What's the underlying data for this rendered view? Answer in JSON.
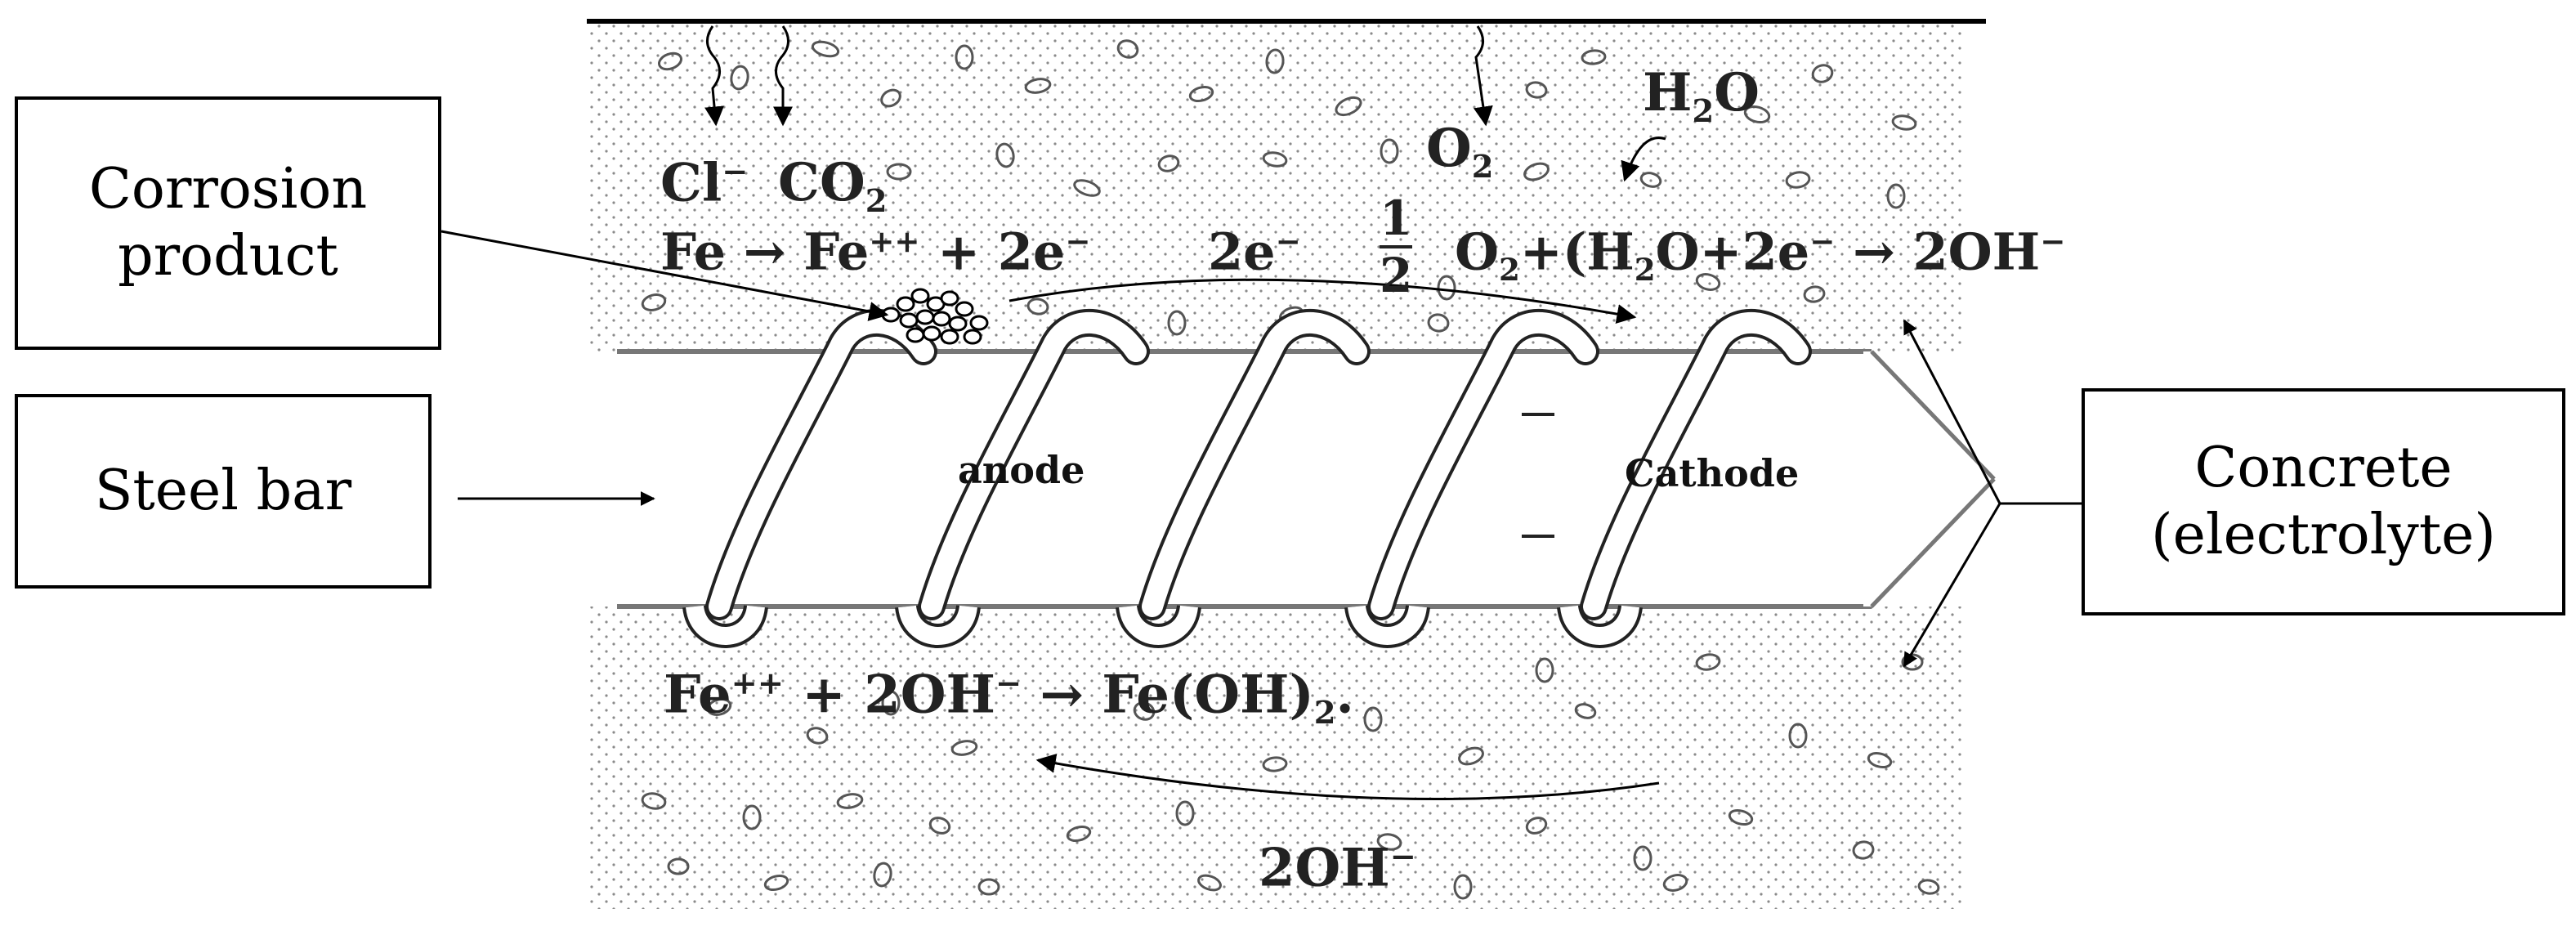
{
  "labels": {
    "corrosion_product_line1": "Corrosion",
    "corrosion_product_line2": "product",
    "steel_bar": "Steel bar",
    "concrete_line1": "Concrete",
    "concrete_line2": "(electrolyte)",
    "anode": "anode",
    "cathode": "Cathode"
  },
  "species": {
    "cl": "Cl",
    "cl_charge": "−",
    "co": "CO",
    "co_sub": "2",
    "o2": "O",
    "o2_sub": "2",
    "h2o_pre": "H",
    "h2o_sub": "2",
    "h2o_post": "O"
  },
  "reactions": {
    "anodic_lhs": "Fe → Fe",
    "anodic_charge": "++",
    "anodic_rhs": " + 2e",
    "anodic_e_charge": "−",
    "electron_flow": "2e",
    "electron_flow_charge": "−",
    "cathodic_num": "1",
    "cathodic_den": "2",
    "cathodic_a": "O",
    "cathodic_a_sub": "2",
    "cathodic_b": "+(H",
    "cathodic_b_sub": "2",
    "cathodic_c": "O+2e",
    "cathodic_c_charge": "−",
    "cathodic_d": " → 2OH",
    "cathodic_d_charge": "−",
    "hydroxide_lhs": "Fe",
    "hydroxide_charge": "++",
    "hydroxide_mid": " + 2OH",
    "hydroxide_oh_charge": "−",
    "hydroxide_rhs": " → Fe(OH)",
    "hydroxide_sub": "2",
    "hydroxide_end": ".",
    "ion_flow": "2OH",
    "ion_flow_charge": "−"
  },
  "colors": {
    "ink": "#000000",
    "stipple": "#8a8a8a",
    "background": "#ffffff"
  }
}
